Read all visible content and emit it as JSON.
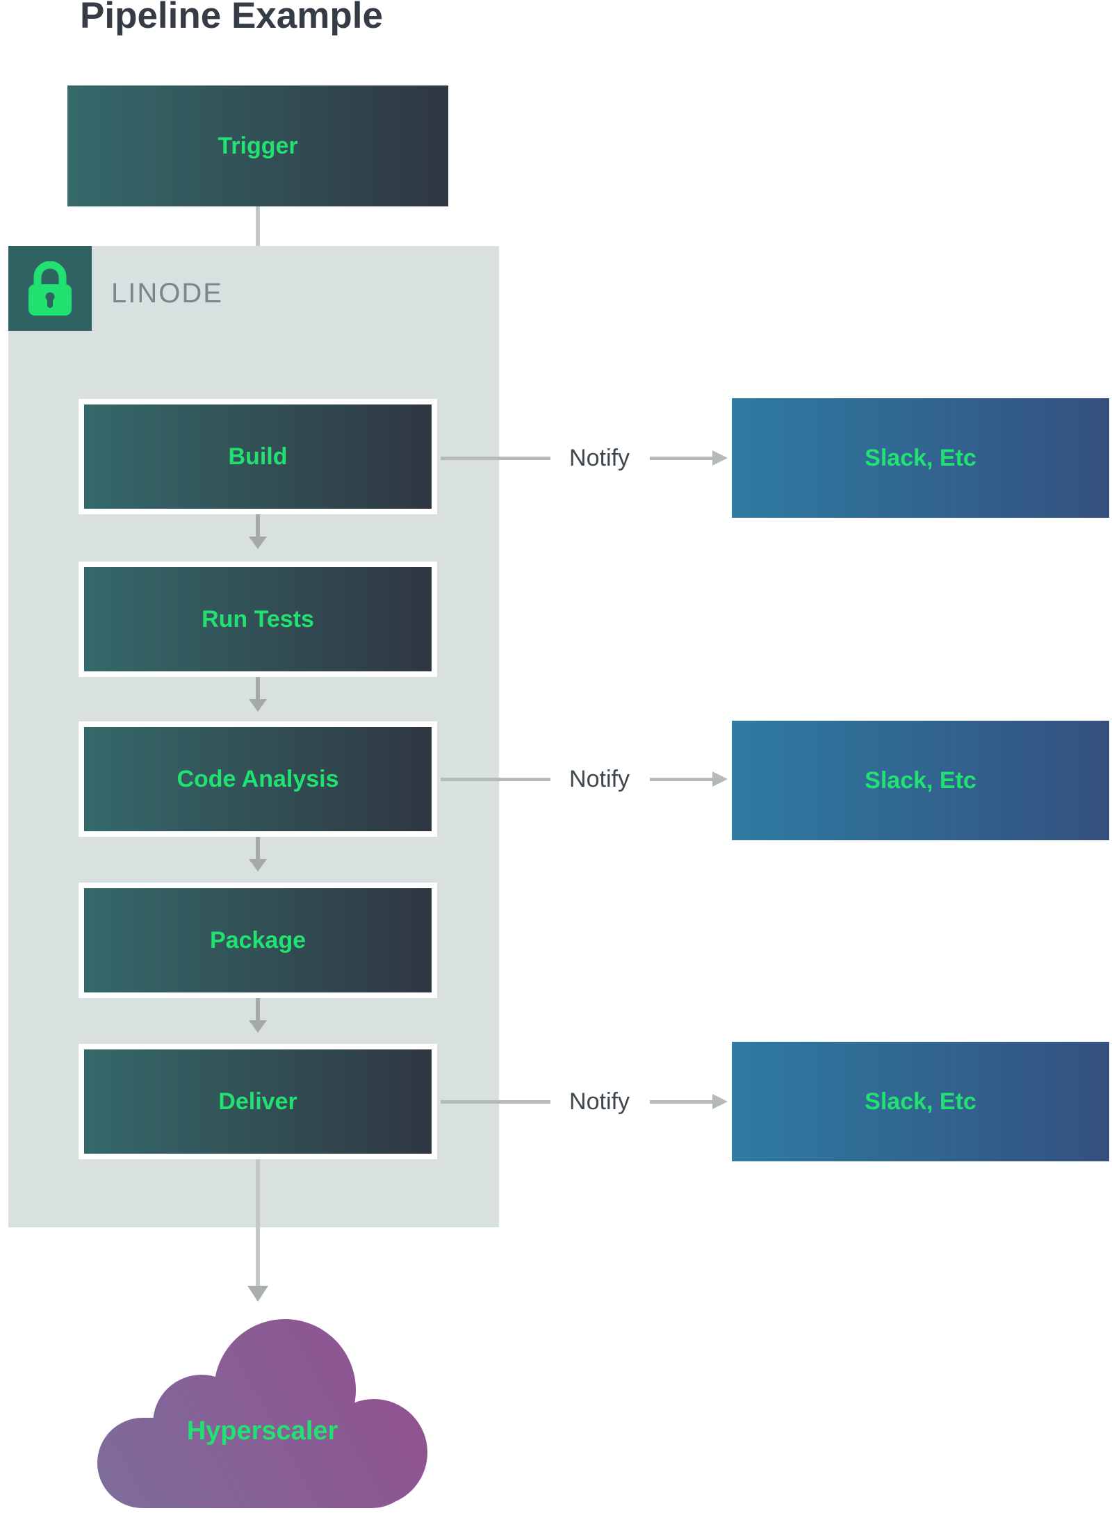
{
  "title": "Pipeline Example",
  "trigger": {
    "label": "Trigger"
  },
  "linode": {
    "label": "LINODE"
  },
  "stages": [
    {
      "label": "Build"
    },
    {
      "label": "Run Tests"
    },
    {
      "label": "Code Analysis"
    },
    {
      "label": "Package"
    },
    {
      "label": "Deliver"
    }
  ],
  "notify_rows": [
    {
      "label": "Notify"
    },
    {
      "label": "Notify"
    },
    {
      "label": "Notify"
    }
  ],
  "slack_boxes": [
    {
      "label": "Slack, Etc"
    },
    {
      "label": "Slack, Etc"
    },
    {
      "label": "Slack, Etc"
    }
  ],
  "cloud": {
    "label": "Hyperscaler"
  },
  "colors": {
    "accent_green": "#21E170",
    "title_color": "#353C45",
    "stage_gradient_start": "#35696A",
    "stage_gradient_end": "#2F3742",
    "slack_gradient_start": "#2E7BA3",
    "slack_gradient_end": "#34507E",
    "linode_container_bg": "#D9E1E0",
    "lock_badge_bg": "#2E6361",
    "linode_text_color": "#7B868C",
    "notify_text_color": "#3E464E",
    "arrow_line_color": "#C2C7C7",
    "arrow_head_color": "#A9AEAE",
    "cloud_gradient_start": "#7E6C9B",
    "cloud_gradient_end": "#92508F"
  }
}
